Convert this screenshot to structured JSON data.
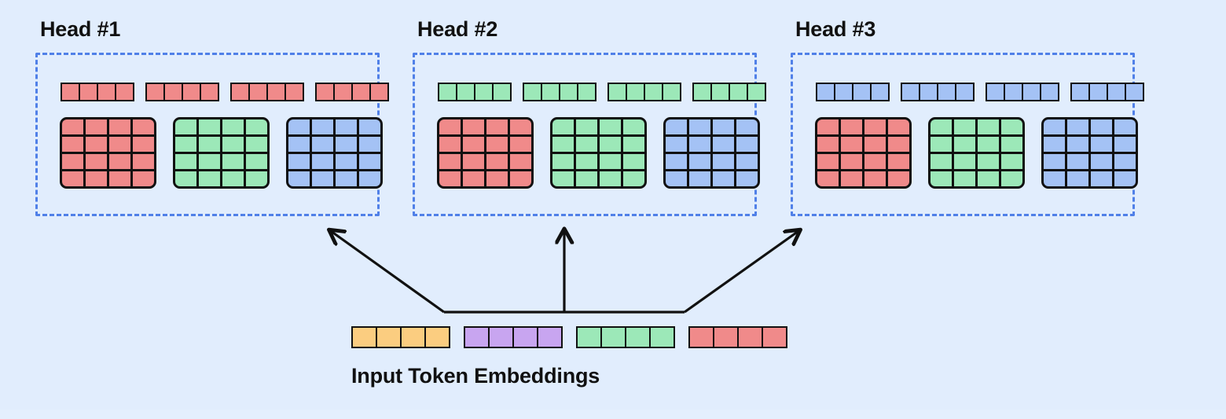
{
  "diagram": {
    "title_text_visible": false,
    "background_color": "#e1edfd",
    "dashed_border_color": "#5080e8",
    "outline_color": "#111111"
  },
  "palette": {
    "red": "#f08a8a",
    "green": "#9ce8b8",
    "blue": "#a4c2f5",
    "orange": "#fbcd80",
    "purple": "#c8a5f0"
  },
  "heads": [
    {
      "label": "Head #1",
      "token_row_color_name": "red",
      "token_row_color": "#f08a8a",
      "token_strip_count": 4,
      "cells_per_strip": 4,
      "matrices": [
        {
          "name": "query-matrix",
          "color_name": "red",
          "color": "#f08a8a",
          "rows": 4,
          "cols": 4
        },
        {
          "name": "key-matrix",
          "color_name": "green",
          "color": "#9ce8b8",
          "rows": 4,
          "cols": 4
        },
        {
          "name": "value-matrix",
          "color_name": "blue",
          "color": "#a4c2f5",
          "rows": 4,
          "cols": 4
        }
      ]
    },
    {
      "label": "Head #2",
      "token_row_color_name": "green",
      "token_row_color": "#9ce8b8",
      "token_strip_count": 4,
      "cells_per_strip": 4,
      "matrices": [
        {
          "name": "query-matrix",
          "color_name": "red",
          "color": "#f08a8a",
          "rows": 4,
          "cols": 4
        },
        {
          "name": "key-matrix",
          "color_name": "green",
          "color": "#9ce8b8",
          "rows": 4,
          "cols": 4
        },
        {
          "name": "value-matrix",
          "color_name": "blue",
          "color": "#a4c2f5",
          "rows": 4,
          "cols": 4
        }
      ]
    },
    {
      "label": "Head #3",
      "token_row_color_name": "blue",
      "token_row_color": "#a4c2f5",
      "token_strip_count": 4,
      "cells_per_strip": 4,
      "matrices": [
        {
          "name": "query-matrix",
          "color_name": "red",
          "color": "#f08a8a",
          "rows": 4,
          "cols": 4
        },
        {
          "name": "key-matrix",
          "color_name": "green",
          "color": "#9ce8b8",
          "rows": 4,
          "cols": 4
        },
        {
          "name": "value-matrix",
          "color_name": "blue",
          "color": "#a4c2f5",
          "rows": 4,
          "cols": 4
        }
      ]
    }
  ],
  "input": {
    "caption": "Input Token Embeddings",
    "tokens": [
      {
        "color_name": "orange",
        "color": "#fbcd80",
        "cells": 4
      },
      {
        "color_name": "purple",
        "color": "#c8a5f0",
        "cells": 4
      },
      {
        "color_name": "green",
        "color": "#9ce8b8",
        "cells": 4
      },
      {
        "color_name": "red",
        "color": "#f08a8a",
        "cells": 4
      }
    ]
  },
  "arrows": {
    "count": 3,
    "color": "#111111",
    "targets": [
      "Head #1",
      "Head #2",
      "Head #3"
    ]
  }
}
